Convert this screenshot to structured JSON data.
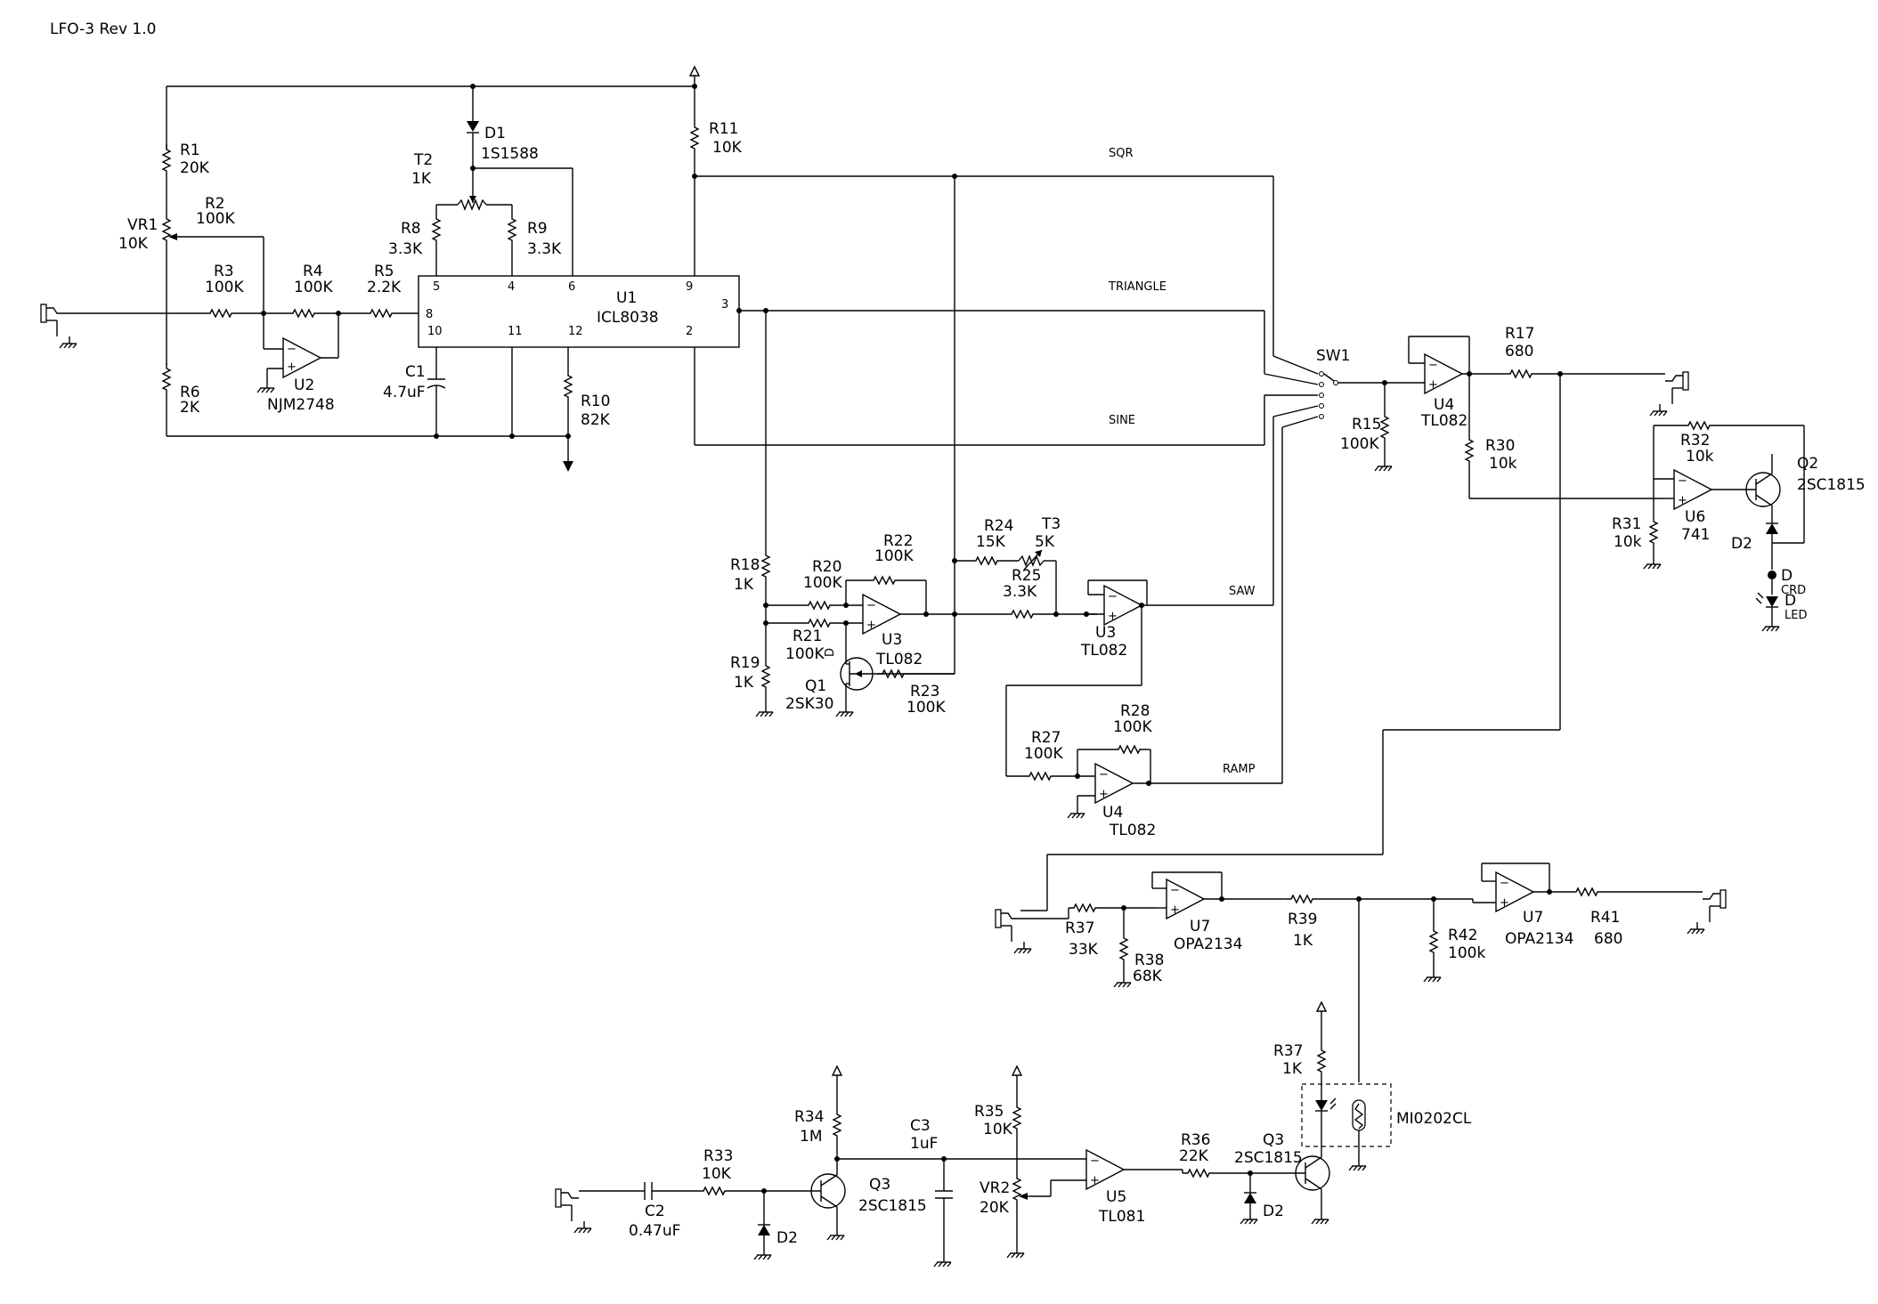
{
  "title": "LFO-3 Rev 1.0",
  "nets": {
    "sqr": "SQR",
    "triangle": "TRIANGLE",
    "sine": "SINE",
    "saw": "SAW",
    "ramp": "RAMP"
  },
  "components": {
    "r1": {
      "ref": "R1",
      "value": "20K"
    },
    "r2": {
      "ref": "R2",
      "value": "100K"
    },
    "vr1": {
      "ref": "VR1",
      "value": "10K"
    },
    "r3": {
      "ref": "R3",
      "value": "100K"
    },
    "r4": {
      "ref": "R4",
      "value": "100K"
    },
    "r5": {
      "ref": "R5",
      "value": "2.2K"
    },
    "r6": {
      "ref": "R6",
      "value": "2K"
    },
    "u2": {
      "ref": "U2",
      "value": "NJM2748"
    },
    "d1": {
      "ref": "D1",
      "value": "1S1588"
    },
    "t2": {
      "ref": "T2",
      "value": "1K"
    },
    "r8": {
      "ref": "R8",
      "value": "3.3K"
    },
    "r9": {
      "ref": "R9",
      "value": "3.3K"
    },
    "c1": {
      "ref": "C1",
      "value": "4.7uF"
    },
    "r10": {
      "ref": "R10",
      "value": "82K"
    },
    "u1": {
      "ref": "U1",
      "value": "ICL8038"
    },
    "r11": {
      "ref": "R11",
      "value": "10K"
    },
    "sw1": {
      "ref": "SW1"
    },
    "u4a": {
      "ref": "U4",
      "value": "TL082"
    },
    "r15": {
      "ref": "R15",
      "value": "100K"
    },
    "r17": {
      "ref": "R17",
      "value": "680"
    },
    "r30": {
      "ref": "R30",
      "value": "10k"
    },
    "r32": {
      "ref": "R32",
      "value": "10k"
    },
    "r31": {
      "ref": "R31",
      "value": "10k"
    },
    "u6": {
      "ref": "U6",
      "value": "741"
    },
    "q2": {
      "ref": "Q2",
      "value": "2SC1815"
    },
    "d2a": {
      "ref": "D2"
    },
    "d_crd": {
      "ref": "D",
      "value": "CRD"
    },
    "d_led": {
      "ref": "D",
      "value": "LED"
    },
    "r18": {
      "ref": "R18",
      "value": "1K"
    },
    "r19": {
      "ref": "R19",
      "value": "1K"
    },
    "r20": {
      "ref": "R20",
      "value": "100K"
    },
    "r21": {
      "ref": "R21",
      "value": "100K"
    },
    "r22": {
      "ref": "R22",
      "value": "100K"
    },
    "r23": {
      "ref": "R23",
      "value": "100K"
    },
    "u3a": {
      "ref": "U3",
      "value": "TL082"
    },
    "q1": {
      "ref": "Q1",
      "value": "2SK30",
      "pin": "D"
    },
    "r24": {
      "ref": "R24",
      "value": "15K"
    },
    "t3": {
      "ref": "T3",
      "value": "5K"
    },
    "r25": {
      "ref": "R25",
      "value": "3.3K"
    },
    "u3b": {
      "ref": "U3",
      "value": "TL082"
    },
    "r27": {
      "ref": "R27",
      "value": "100K"
    },
    "r28": {
      "ref": "R28",
      "value": "100K"
    },
    "u4b": {
      "ref": "U4",
      "value": "TL082"
    },
    "r37a": {
      "ref": "R37",
      "value": "33K"
    },
    "r38": {
      "ref": "R38",
      "value": "68K"
    },
    "u7a": {
      "ref": "U7",
      "value": "OPA2134"
    },
    "r39": {
      "ref": "R39",
      "value": "1K"
    },
    "r42": {
      "ref": "R42",
      "value": "100k"
    },
    "u7b": {
      "ref": "U7",
      "value": "OPA2134"
    },
    "r41": {
      "ref": "R41",
      "value": "680"
    },
    "r37b": {
      "ref": "R37",
      "value": "1K"
    },
    "mi": {
      "ref": "MI0202CL"
    },
    "q3a": {
      "ref": "Q3",
      "value": "2SC1815"
    },
    "r36": {
      "ref": "R36",
      "value": "22K"
    },
    "d2c": {
      "ref": "D2"
    },
    "u5": {
      "ref": "U5",
      "value": "TL081"
    },
    "r35": {
      "ref": "R35",
      "value": "10K"
    },
    "vr2": {
      "ref": "VR2",
      "value": "20K"
    },
    "c3": {
      "ref": "C3",
      "value": "1uF"
    },
    "r34": {
      "ref": "R34",
      "value": "1M"
    },
    "q3b": {
      "ref": "Q3",
      "value": "2SC1815"
    },
    "r33": {
      "ref": "R33",
      "value": "10K"
    },
    "c2": {
      "ref": "C2",
      "value": "0.47uF"
    },
    "d2b": {
      "ref": "D2"
    }
  },
  "u1_pins": [
    "5",
    "4",
    "6",
    "9",
    "8",
    "10",
    "11",
    "12",
    "2",
    "3"
  ]
}
